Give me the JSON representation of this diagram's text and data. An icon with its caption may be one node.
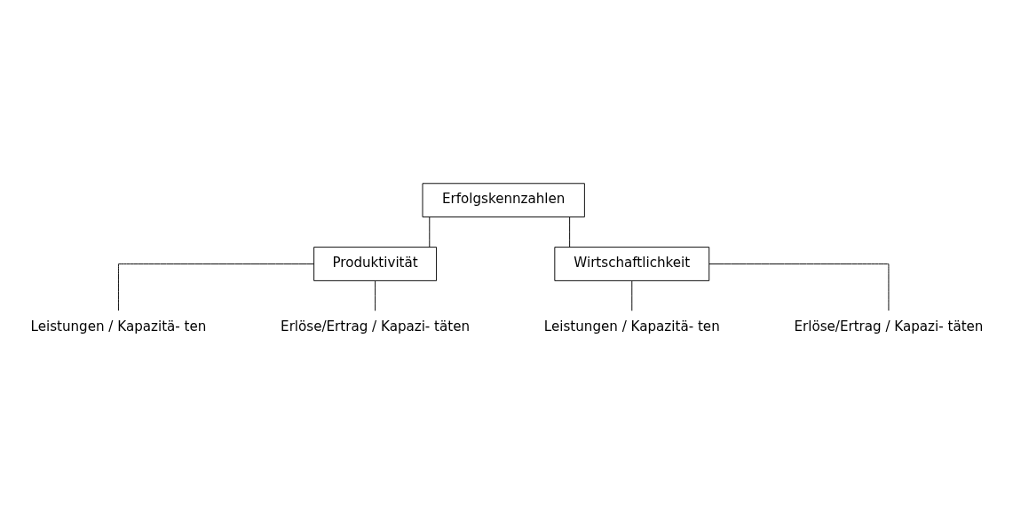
{
  "diagram": {
    "nodes": [
      {
        "text": [
          "Erfolgskennzahlen"
        ]
      },
      {
        "text": [
          "Produktivität"
        ]
      },
      {
        "text": [
          "Wirtschaftlichkeit"
        ]
      },
      {
        "text": [
          "Leistungen / Kapazitä- ten"
        ]
      },
      {
        "text": [
          "Erlöse/Ertrag / Kapazi- täten"
        ]
      },
      {
        "text": [
          "Leistungen / Kapazitä- ten"
        ]
      },
      {
        "text": [
          "Erlöse/Ertrag / Kapazi- täten"
        ]
      }
    ],
    "edges": [
      {
        "from": 0,
        "to": 1,
        "arrow": "none"
      },
      {
        "from": 0,
        "to": 2,
        "arrow": "none"
      },
      {
        "from": 1,
        "to": 3,
        "arrow": "none"
      },
      {
        "from": 1,
        "to": 4,
        "arrow": "none"
      },
      {
        "from": 2,
        "to": 5,
        "arrow": "none"
      },
      {
        "from": 2,
        "to": 6,
        "arrow": "none"
      }
    ]
  }
}
